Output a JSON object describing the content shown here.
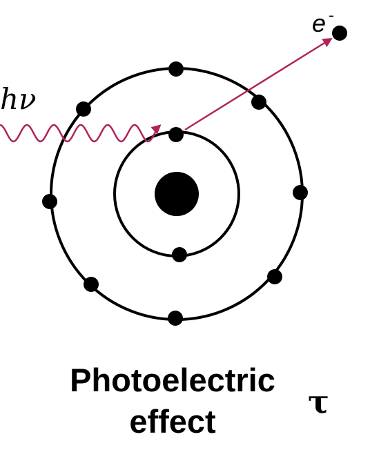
{
  "labels": {
    "photon": "hν",
    "electron": "e",
    "electron_charge": "-",
    "caption_line1": "Photoelectric",
    "caption_line2": "effect",
    "tau": "τ"
  },
  "colors": {
    "ink": "#000000",
    "photon": "#b0235a",
    "background": "#ffffff"
  },
  "atom": {
    "inner_shell_electrons": 2,
    "outer_shell_electrons": 8
  }
}
